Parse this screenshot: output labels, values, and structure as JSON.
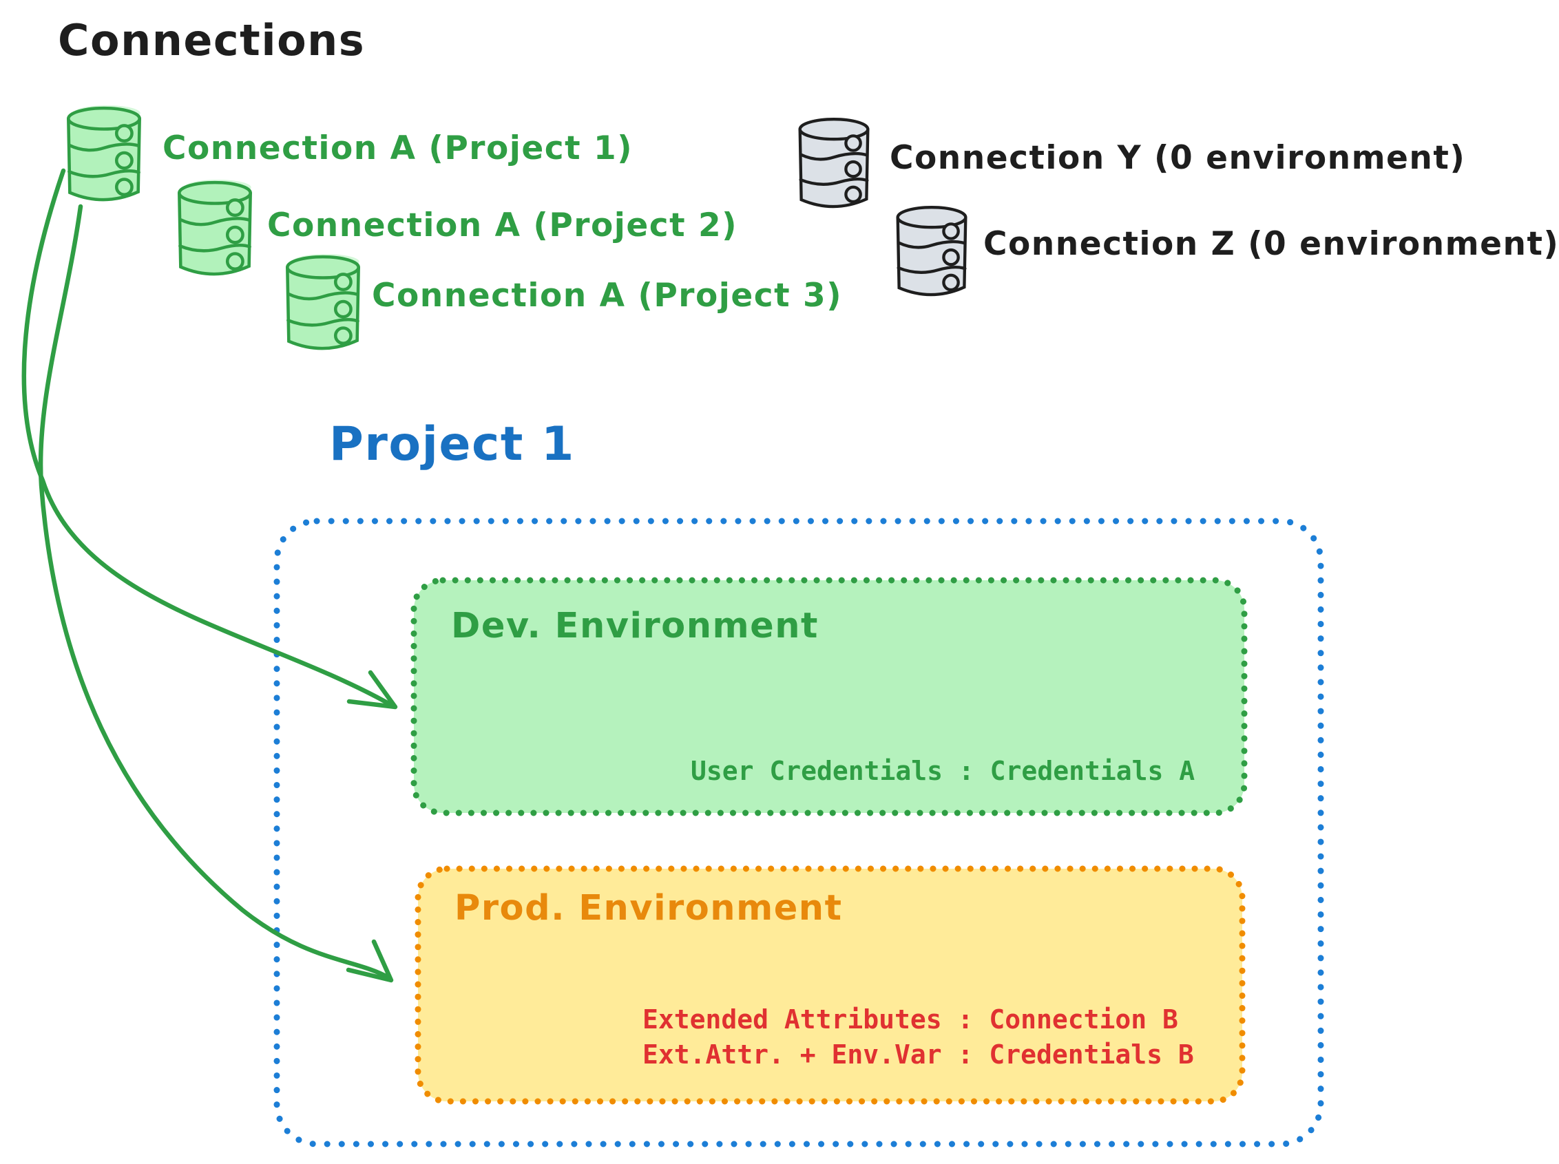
{
  "title": "Connections",
  "colors": {
    "ink": "#1e1e1e",
    "green_stroke": "#2f9e44",
    "green_fill": "#b2f2bb",
    "blue": "#1971c2",
    "blue_border": "#1c7ed6",
    "orange": "#f08c00",
    "yellow_fill": "#ffec99",
    "red": "#e03131",
    "gray_fill": "#dce1e7",
    "background": "#ffffff"
  },
  "connections": {
    "project_scoped": [
      {
        "label": "Connection A (Project 1)"
      },
      {
        "label": "Connection A (Project 2)"
      },
      {
        "label": "Connection A (Project 3)"
      }
    ],
    "unscoped": [
      {
        "label": "Connection Y (0 environment)"
      },
      {
        "label": "Connection Z (0 environment)"
      }
    ]
  },
  "project": {
    "title": "Project 1",
    "environments": {
      "dev": {
        "title": "Dev. Environment",
        "mapping": "User Credentials : Credentials A"
      },
      "prod": {
        "title": "Prod. Environment",
        "mappings": [
          "Extended Attributes : Connection B",
          "Ext.Attr. + Env.Var : Credentials B"
        ]
      }
    }
  }
}
